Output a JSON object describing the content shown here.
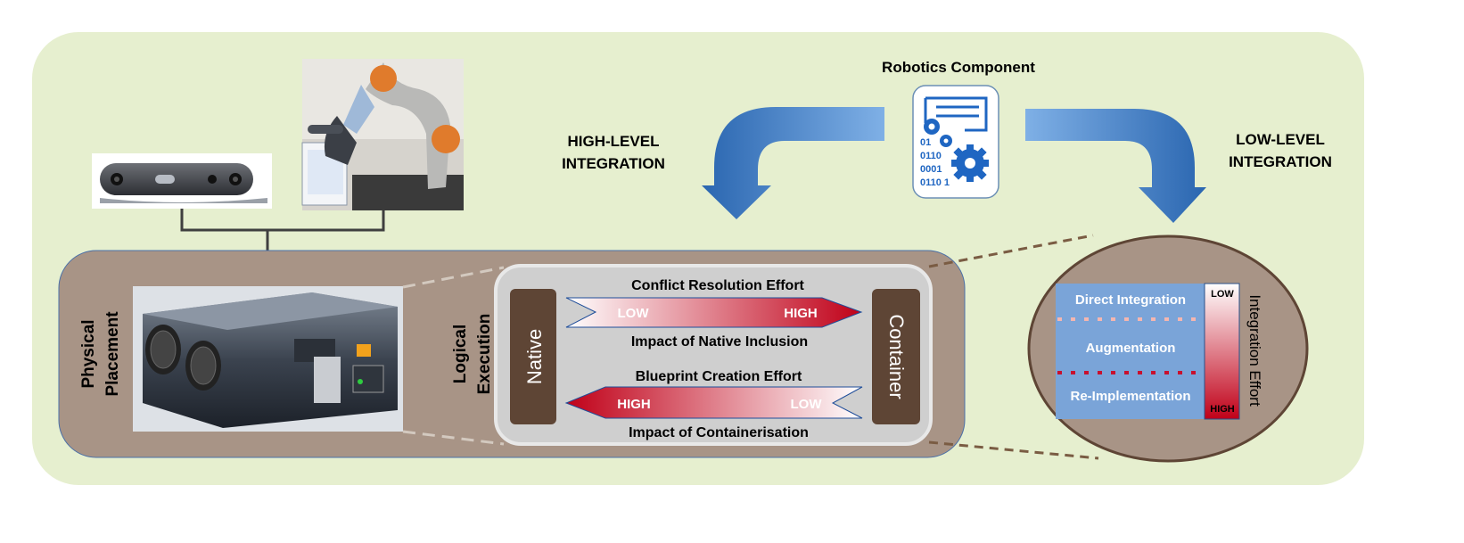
{
  "component": {
    "title": "Robotics Component",
    "binary": [
      "01",
      "0110",
      "0001",
      "0110 1"
    ]
  },
  "high_level": {
    "line1": "HIGH-LEVEL",
    "line2": "INTEGRATION"
  },
  "low_level": {
    "line1": "LOW-LEVEL",
    "line2": "INTEGRATION"
  },
  "physical": {
    "line1": "Physical",
    "line2": "Placement"
  },
  "logical": {
    "line1": "Logical",
    "line2": "Execution"
  },
  "native_label": "Native",
  "container_label": "Container",
  "arrow_top": {
    "title": "Conflict Resolution Effort",
    "low": "LOW",
    "high": "HIGH",
    "caption": "Impact of Native Inclusion"
  },
  "arrow_bottom": {
    "title": "Blueprint Creation Effort",
    "high": "HIGH",
    "low": "LOW",
    "caption": "Impact of Containerisation"
  },
  "levels": [
    "Direct Integration",
    "Augmentation",
    "Re-Implementation"
  ],
  "effort_scale": {
    "low": "LOW",
    "high": "HIGH",
    "label": "Integration Effort"
  },
  "colors": {
    "background": "#e6efcf",
    "brown_panel": "#a89486",
    "dark_brown": "#5e4535",
    "arrow_blue": "#2f6fb8",
    "level_blue": "#7aa4d8",
    "accent_red": "#c8102e"
  },
  "icons": [
    "camera-icon",
    "robot-arm-icon",
    "controller-hardware-icon",
    "gear-icon"
  ]
}
